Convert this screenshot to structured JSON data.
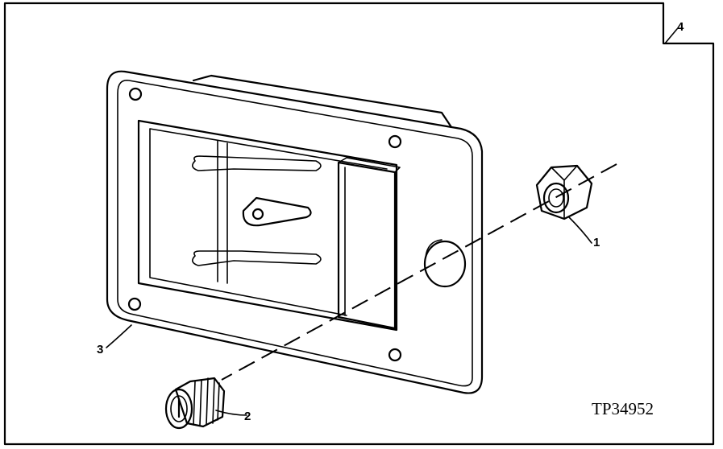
{
  "callouts": {
    "nut": "1",
    "lock_cylinder": "2",
    "latch_housing": "3",
    "panel": "4"
  },
  "figure_id": "TP34952",
  "icons": {
    "hex_nut": "hex-nut-icon",
    "lock_cylinder": "lock-cylinder-icon",
    "latch": "paddle-latch-icon"
  }
}
